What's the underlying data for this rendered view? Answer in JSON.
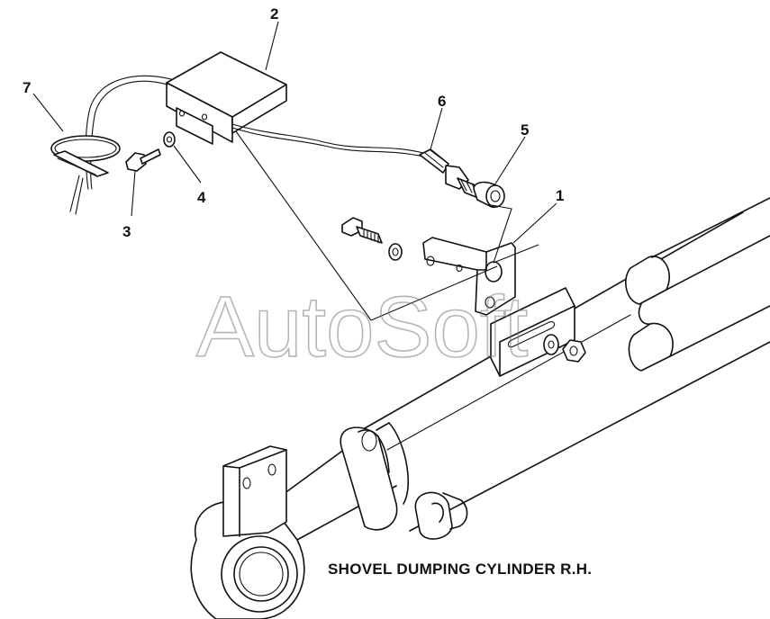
{
  "watermark": "AutoSoft",
  "caption": "SHOVEL DUMPING CYLINDER R.H.",
  "callouts": {
    "c1": "1",
    "c2": "2",
    "c3": "3",
    "c4": "4",
    "c5": "5",
    "c6": "6",
    "c7": "7"
  }
}
